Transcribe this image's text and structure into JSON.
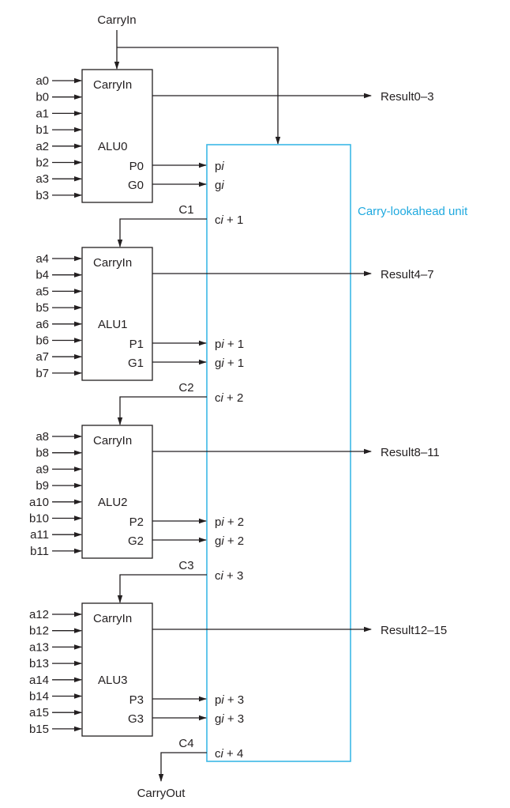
{
  "diagram": {
    "top_input_label": "CarryIn",
    "bottom_output_label": "CarryOut",
    "cla_unit_label": "Carry-lookahead unit",
    "colors": {
      "line": "#231f20",
      "cla_border": "#3cb8e6",
      "cla_label": "#1fa9df"
    },
    "alus": [
      {
        "name": "ALU0",
        "carry_in_label": "CarryIn",
        "inputs": [
          "a0",
          "b0",
          "a1",
          "b1",
          "a2",
          "b2",
          "a3",
          "b3"
        ],
        "p_label": "P0",
        "g_label": "G0",
        "result_label": "Result0–3",
        "carry_out_label": "C1",
        "cla_p": {
          "base": "p",
          "var": "i",
          "suffix": ""
        },
        "cla_g": {
          "base": "g",
          "var": "i",
          "suffix": ""
        },
        "cla_c": {
          "base": "c",
          "var": "i",
          "suffix": " + 1"
        }
      },
      {
        "name": "ALU1",
        "carry_in_label": "CarryIn",
        "inputs": [
          "a4",
          "b4",
          "a5",
          "b5",
          "a6",
          "b6",
          "a7",
          "b7"
        ],
        "p_label": "P1",
        "g_label": "G1",
        "result_label": "Result4–7",
        "carry_out_label": "C2",
        "cla_p": {
          "base": "p",
          "var": "i",
          "suffix": " + 1"
        },
        "cla_g": {
          "base": "g",
          "var": "i",
          "suffix": " + 1"
        },
        "cla_c": {
          "base": "c",
          "var": "i",
          "suffix": " + 2"
        }
      },
      {
        "name": "ALU2",
        "carry_in_label": "CarryIn",
        "inputs": [
          "a8",
          "b8",
          "a9",
          "b9",
          "a10",
          "b10",
          "a11",
          "b11"
        ],
        "p_label": "P2",
        "g_label": "G2",
        "result_label": "Result8–11",
        "carry_out_label": "C3",
        "cla_p": {
          "base": "p",
          "var": "i",
          "suffix": " + 2"
        },
        "cla_g": {
          "base": "g",
          "var": "i",
          "suffix": " + 2"
        },
        "cla_c": {
          "base": "c",
          "var": "i",
          "suffix": " + 3"
        }
      },
      {
        "name": "ALU3",
        "carry_in_label": "CarryIn",
        "inputs": [
          "a12",
          "b12",
          "a13",
          "b13",
          "a14",
          "b14",
          "a15",
          "b15"
        ],
        "p_label": "P3",
        "g_label": "G3",
        "result_label": "Result12–15",
        "carry_out_label": "C4",
        "cla_p": {
          "base": "p",
          "var": "i",
          "suffix": " + 3"
        },
        "cla_g": {
          "base": "g",
          "var": "i",
          "suffix": " + 3"
        },
        "cla_c": {
          "base": "c",
          "var": "i",
          "suffix": " + 4"
        }
      }
    ]
  }
}
